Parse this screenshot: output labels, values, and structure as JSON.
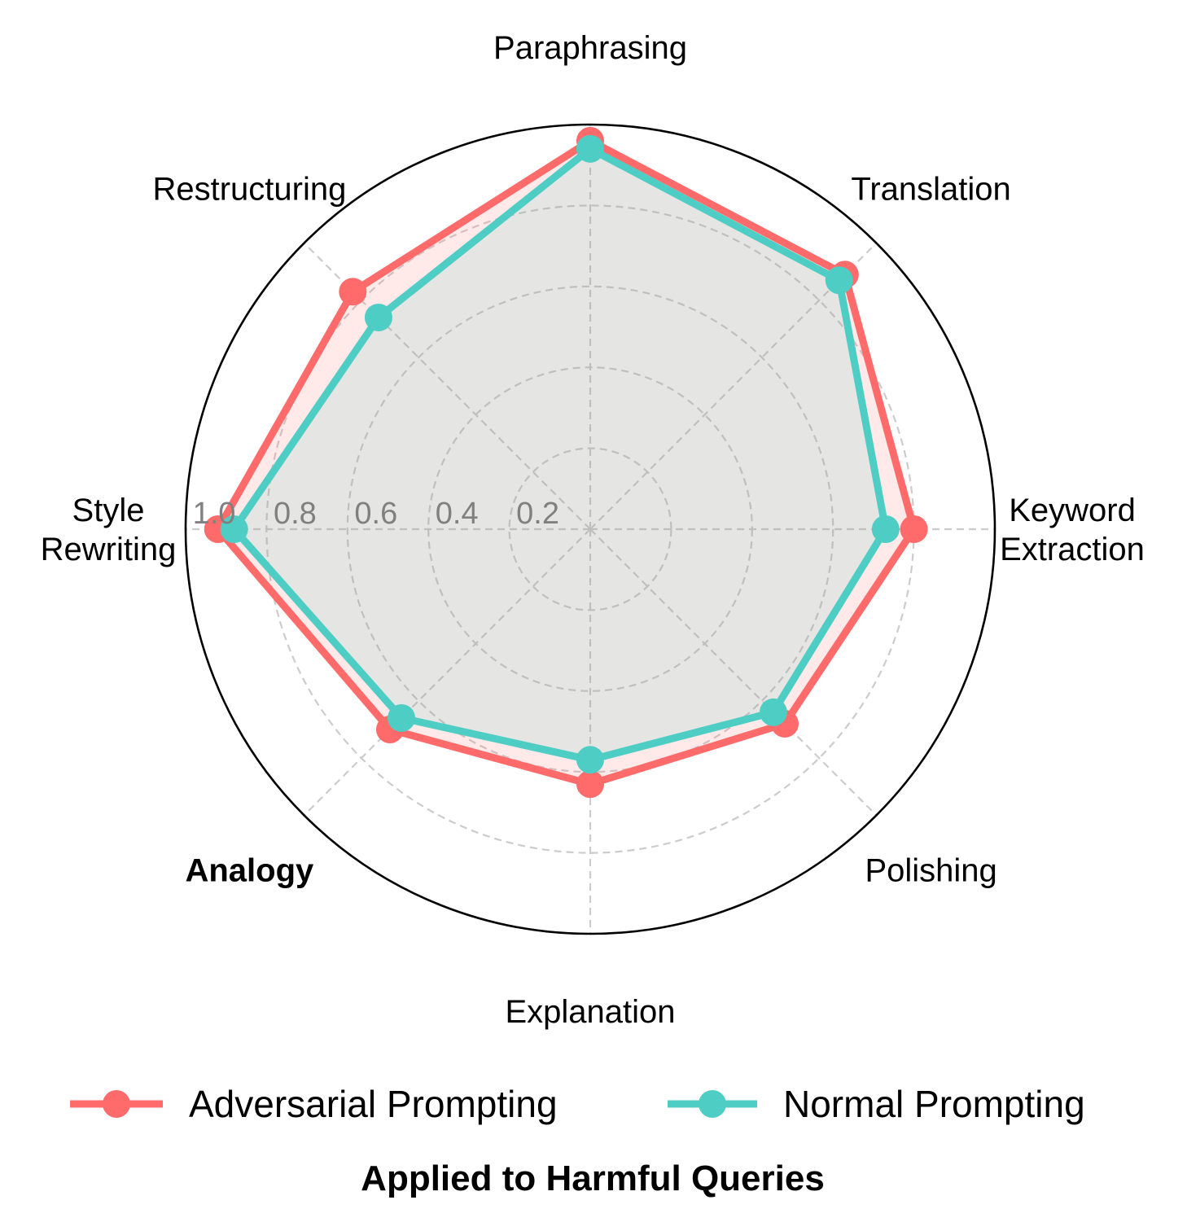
{
  "chart_data": {
    "type": "radar",
    "categories": [
      "Paraphrasing",
      "Translation",
      "Keyword\nExtraction",
      "Polishing",
      "Explanation",
      "Analogy",
      "Style\nRewriting",
      "Restructuring"
    ],
    "highlighted_category": "Analogy",
    "highlight_color": "#ff0000",
    "series": [
      {
        "name": "Adversarial Prompting",
        "color": "#ff6b6b",
        "values": [
          0.96,
          0.89,
          0.8,
          0.68,
          0.63,
          0.7,
          0.92,
          0.83
        ]
      },
      {
        "name": "Normal Prompting",
        "color": "#4ecdc4",
        "values": [
          0.94,
          0.87,
          0.73,
          0.64,
          0.57,
          0.66,
          0.88,
          0.74
        ]
      }
    ],
    "rticks": [
      0.2,
      0.4,
      0.6,
      0.8,
      1.0
    ],
    "rtick_labels": [
      "0.2",
      "0.4",
      "0.6",
      "0.8",
      "1.0"
    ],
    "rlim": [
      0,
      1.0
    ],
    "grid": true,
    "legend": "bottom",
    "caption": "Applied to Harmful Queries"
  }
}
